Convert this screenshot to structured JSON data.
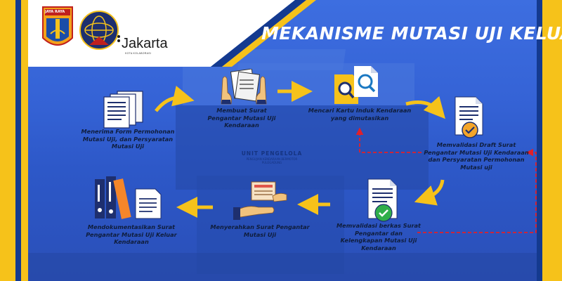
{
  "header": {
    "title": "MEKANISME MUTASI UJI KELUAR",
    "logo_left_text": "JAYA RAYA",
    "brand_name": "Jakarta",
    "brand_sub": "KOTA KOLABORASI"
  },
  "background_sign": {
    "line1": "UNIT PENGELOLA",
    "line2": "PENGUJIAN KENDARAAN BERMOTOR",
    "line3": "PULOGADUNG"
  },
  "steps": [
    {
      "label": "Menerima Form Permohonan Mutasi Uji, dan Persyaratan Mutasi Uji",
      "icon": "document-stack-icon"
    },
    {
      "label": "Membuat Surat Pengantar Mutasi Uji Kendaraan",
      "icon": "hands-holding-paper-icon"
    },
    {
      "label": "Mencari Kartu Induk Kendaraan yang dimutasikan",
      "icon": "search-document-icon"
    },
    {
      "label": "Memvalidasi  Draft Surat Pengantar Mutasi Uji Kendaraan dan Persyaratan Permohonan Mutasi uji",
      "icon": "document-check-icon"
    },
    {
      "label": "Memvalidasi berkas Surat Pengantar dan Kelengkapan Mutasi Uji Kendaraan",
      "icon": "document-check-green-icon"
    },
    {
      "label": "Menyerahkan Surat Pengantar Mutasi Uji",
      "icon": "handover-document-icon"
    },
    {
      "label": "Mendokumentasikan Surat Pengantar Mutasi Uji Keluar Kendaraan",
      "icon": "binders-icon"
    }
  ],
  "colors": {
    "accent_yellow": "#f6c21a",
    "navy": "#143a8f",
    "background_blue": "#2f5fd0",
    "caption_text": "#0f1d3c",
    "return_arrow_red": "#e0202a"
  }
}
